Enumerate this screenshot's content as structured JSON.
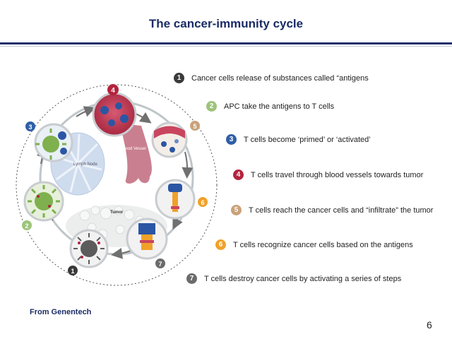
{
  "title": "The cancer-immunity cycle",
  "source": "From Genentech",
  "page_number": "6",
  "diagram": {
    "lymph_node_label": "Lymph Node",
    "blood_vessel_label": "Blood Vessel",
    "tumor_label": "Tumor"
  },
  "steps": [
    {
      "number": "1",
      "color": "#3a3a3a",
      "text": "Cancer cells release of substances called “antigens"
    },
    {
      "number": "2",
      "color": "#9cc47a",
      "text": "APC take the antigens to T cells"
    },
    {
      "number": "3",
      "color": "#2f5fa8",
      "text": "T cells become ‘primed’ or ‘activated’"
    },
    {
      "number": "4",
      "color": "#b3243e",
      "text": "T cells travel through blood vessels towards tumor"
    },
    {
      "number": "5",
      "color": "#c9a27a",
      "text": "T cells reach the cancer cells and “infiltrate” the tumor"
    },
    {
      "number": "6",
      "color": "#f0a12a",
      "text": "T cells recognize cancer cells based on the antigens"
    },
    {
      "number": "7",
      "color": "#6b6b6b",
      "text": "T cells destroy cancer cells by activating a series of steps"
    }
  ]
}
